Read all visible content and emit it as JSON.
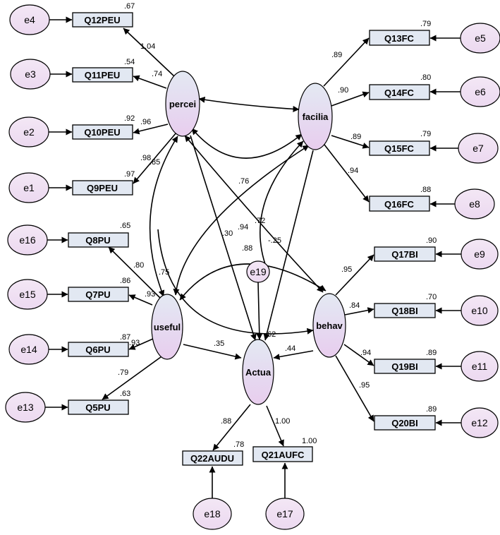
{
  "diagram": {
    "colors": {
      "latent_fill_top": "#e3e9f3",
      "latent_fill_bottom": "#e8cdee",
      "box_fill": "#e2e8f2",
      "error_fill": "#ecd9f0",
      "stroke": "#000000"
    },
    "latents": [
      {
        "id": "percei",
        "label": "percei"
      },
      {
        "id": "facilia",
        "label": "facilia"
      },
      {
        "id": "useful",
        "label": "useful"
      },
      {
        "id": "behav",
        "label": "behav"
      },
      {
        "id": "Actua",
        "label": "Actua"
      }
    ],
    "indicators": [
      {
        "id": "Q12PEU",
        "label": "Q12PEU",
        "r2": ".67"
      },
      {
        "id": "Q11PEU",
        "label": "Q11PEU",
        "r2": ".54"
      },
      {
        "id": "Q10PEU",
        "label": "Q10PEU",
        "r2": ".92"
      },
      {
        "id": "Q9PEU",
        "label": "Q9PEU",
        "r2": ".97"
      },
      {
        "id": "Q13FC",
        "label": "Q13FC",
        "r2": ".79"
      },
      {
        "id": "Q14FC",
        "label": "Q14FC",
        "r2": ".80"
      },
      {
        "id": "Q15FC",
        "label": "Q15FC",
        "r2": ".79"
      },
      {
        "id": "Q16FC",
        "label": "Q16FC",
        "r2": ".88"
      },
      {
        "id": "Q8PU",
        "label": "Q8PU",
        "r2": ".65"
      },
      {
        "id": "Q7PU",
        "label": "Q7PU",
        "r2": ".86"
      },
      {
        "id": "Q6PU",
        "label": "Q6PU",
        "r2": ".87"
      },
      {
        "id": "Q5PU",
        "label": "Q5PU",
        "r2": ".63"
      },
      {
        "id": "Q17BI",
        "label": "Q17BI",
        "r2": ".90"
      },
      {
        "id": "Q18BI",
        "label": "Q18BI",
        "r2": ".70"
      },
      {
        "id": "Q19BI",
        "label": "Q19BI",
        "r2": ".89"
      },
      {
        "id": "Q20BI",
        "label": "Q20BI",
        "r2": ".89"
      },
      {
        "id": "Q22AUDU",
        "label": "Q22AUDU",
        "r2": ".78"
      },
      {
        "id": "Q21AUFC",
        "label": "Q21AUFC",
        "r2": "1.00"
      }
    ],
    "errors": [
      {
        "id": "e4",
        "label": "e4"
      },
      {
        "id": "e3",
        "label": "e3"
      },
      {
        "id": "e2",
        "label": "e2"
      },
      {
        "id": "e1",
        "label": "e1"
      },
      {
        "id": "e5",
        "label": "e5"
      },
      {
        "id": "e6",
        "label": "e6"
      },
      {
        "id": "e7",
        "label": "e7"
      },
      {
        "id": "e8",
        "label": "e8"
      },
      {
        "id": "e16",
        "label": "e16"
      },
      {
        "id": "e15",
        "label": "e15"
      },
      {
        "id": "e14",
        "label": "e14"
      },
      {
        "id": "e13",
        "label": "e13"
      },
      {
        "id": "e9",
        "label": "e9"
      },
      {
        "id": "e10",
        "label": "e10"
      },
      {
        "id": "e11",
        "label": "e11"
      },
      {
        "id": "e12",
        "label": "e12"
      },
      {
        "id": "e19",
        "label": "e19"
      },
      {
        "id": "e18",
        "label": "e18"
      },
      {
        "id": "e17",
        "label": "e17"
      }
    ],
    "loadings": [
      {
        "from": "percei",
        "to": "Q12PEU",
        "value": "1.04"
      },
      {
        "from": "percei",
        "to": "Q11PEU",
        "value": ".74"
      },
      {
        "from": "percei",
        "to": "Q10PEU",
        "value": ".96"
      },
      {
        "from": "percei",
        "to": "Q9PEU",
        "value": ".98"
      },
      {
        "from": "facilia",
        "to": "Q13FC",
        "value": ".89"
      },
      {
        "from": "facilia",
        "to": "Q14FC",
        "value": ".90"
      },
      {
        "from": "facilia",
        "to": "Q15FC",
        "value": ".89"
      },
      {
        "from": "facilia",
        "to": "Q16FC",
        "value": ".94"
      },
      {
        "from": "useful",
        "to": "Q8PU",
        "value": ".80"
      },
      {
        "from": "useful",
        "to": "Q7PU",
        "value": ".93"
      },
      {
        "from": "useful",
        "to": "Q6PU",
        "value": ".93"
      },
      {
        "from": "useful",
        "to": "Q5PU",
        "value": ".79"
      },
      {
        "from": "behav",
        "to": "Q17BI",
        "value": ".95"
      },
      {
        "from": "behav",
        "to": "Q18BI",
        "value": ".84"
      },
      {
        "from": "behav",
        "to": "Q19BI",
        "value": ".94"
      },
      {
        "from": "behav",
        "to": "Q20BI",
        "value": ".95"
      },
      {
        "from": "Actua",
        "to": "Q22AUDU",
        "value": ".88"
      },
      {
        "from": "Actua",
        "to": "Q21AUFC",
        "value": "1.00"
      }
    ],
    "paths": [
      {
        "from": "percei",
        "to": "Actua",
        "value": ".30"
      },
      {
        "from": "facilia",
        "to": "Actua",
        "value": "-.25"
      },
      {
        "from": "useful",
        "to": "Actua",
        "value": ".35"
      },
      {
        "from": "behav",
        "to": "Actua",
        "value": ".44"
      }
    ],
    "correlations": [
      {
        "a": "percei",
        "b": "facilia",
        "value": ".76"
      },
      {
        "a": "percei",
        "b": "useful",
        "value": ".85"
      },
      {
        "a": "percei",
        "b": "behav",
        "value": ".75"
      },
      {
        "a": "facilia",
        "b": "useful",
        "value": ".94"
      },
      {
        "a": "facilia",
        "b": "behav",
        "value": ".72"
      },
      {
        "a": "useful",
        "b": "behav",
        "value": ".88"
      }
    ],
    "actua_r2": ".62"
  }
}
